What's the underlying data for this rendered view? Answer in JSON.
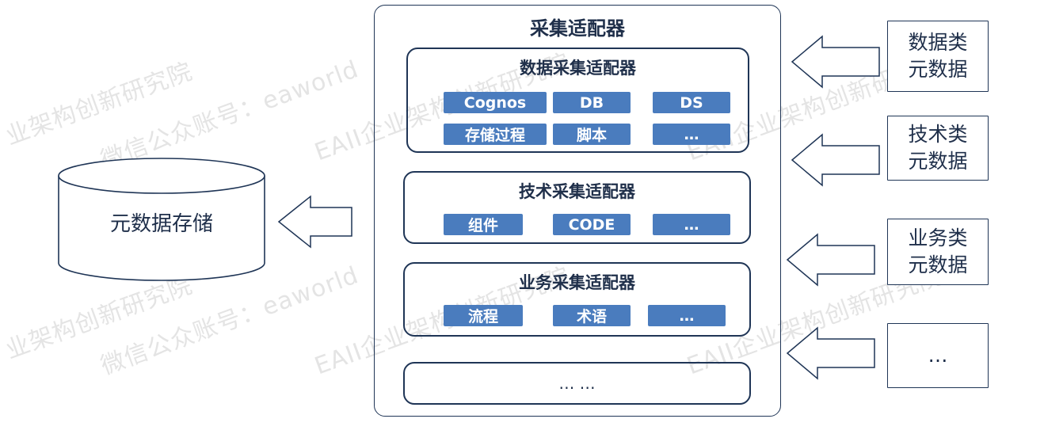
{
  "colors": {
    "stroke": "#1f3556",
    "chip_fill": "#4a7cbe",
    "chip_text": "#ffffff",
    "watermark": "#e4e4e4"
  },
  "storage": {
    "label": "元数据存储"
  },
  "collector": {
    "title": "采集适配器",
    "groups": [
      {
        "title": "数据采集适配器",
        "chips": [
          "Cognos",
          "DB",
          "DS",
          "存储过程",
          "脚本",
          "…"
        ]
      },
      {
        "title": "技术采集适配器",
        "chips": [
          "组件",
          "CODE",
          "…"
        ]
      },
      {
        "title": "业务采集适配器",
        "chips": [
          "流程",
          "术语",
          "…"
        ]
      }
    ],
    "more_label": "… …"
  },
  "sources": [
    {
      "line1": "数据类",
      "line2": "元数据"
    },
    {
      "line1": "技术类",
      "line2": "元数据"
    },
    {
      "line1": "业务类",
      "line2": "元数据"
    },
    {
      "line1": "…",
      "line2": ""
    }
  ],
  "watermark": {
    "line_a": "业架构创新研究院",
    "line_b": "微信公众账号：eaworld",
    "line_c": "EAII企业架构创新研究院"
  }
}
